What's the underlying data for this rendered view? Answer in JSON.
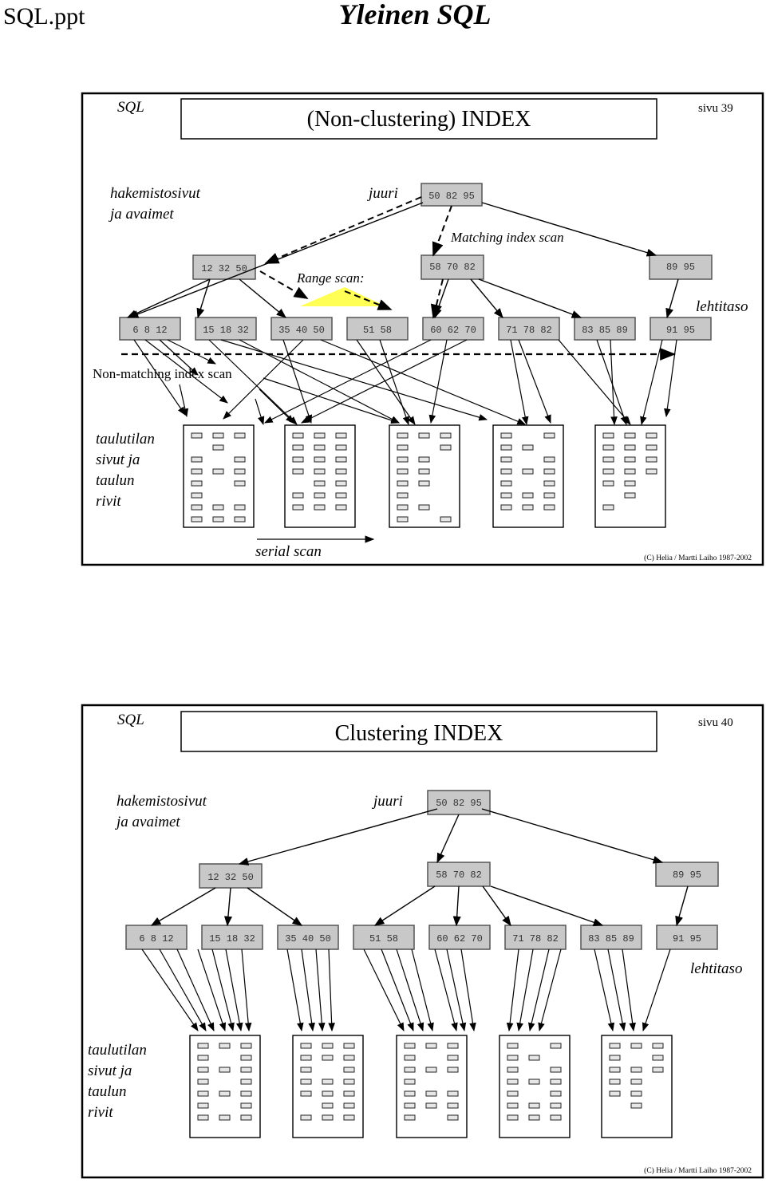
{
  "header": {
    "filename": "SQL.ppt",
    "title": "Yleinen SQL"
  },
  "slides": [
    {
      "label": "SQL",
      "title": "(Non-clustering) INDEX",
      "page": "sivu 39",
      "index_label": [
        "hakemistosivut",
        "ja avaimet"
      ],
      "root_label": "juuri",
      "root_keys": "50 82 95",
      "matching_label": "Matching index scan",
      "range_label": "Range scan:",
      "mid_keys": [
        "12 32 50",
        "58 70 82",
        "89 95"
      ],
      "leaf_label": "lehtitaso",
      "leaf_keys": [
        "6  8 12",
        "15 18 32",
        "35 40 50",
        "51 58",
        "60 62 70",
        "71 78 82",
        "83 85 89",
        "91 95"
      ],
      "nonmatching_label": "Non-matching index scan",
      "table_label": [
        "taulutilan",
        "sivut  ja",
        "taulun",
        "rivit"
      ],
      "serial_label": "serial scan",
      "copyright": "(C) Helia / Martti Laiho 1987-2002"
    },
    {
      "label": "SQL",
      "title": "Clustering INDEX",
      "page": "sivu 40",
      "index_label": [
        "hakemistosivut",
        "ja avaimet"
      ],
      "root_label": "juuri",
      "root_keys": "50 82 95",
      "mid_keys": [
        "12 32 50",
        "58 70 82",
        "89 95"
      ],
      "leaf_label": "lehtitaso",
      "leaf_keys": [
        "6  8 12",
        "15 18 32",
        "35 40 50",
        "51 58",
        "60 62 70",
        "71 78 82",
        "83 85 89",
        "91 95"
      ],
      "table_label": [
        "taulutilan",
        "sivut  ja",
        "taulun",
        "rivit"
      ],
      "copyright": "(C) Helia / Martti Laiho 1987-2002"
    }
  ]
}
